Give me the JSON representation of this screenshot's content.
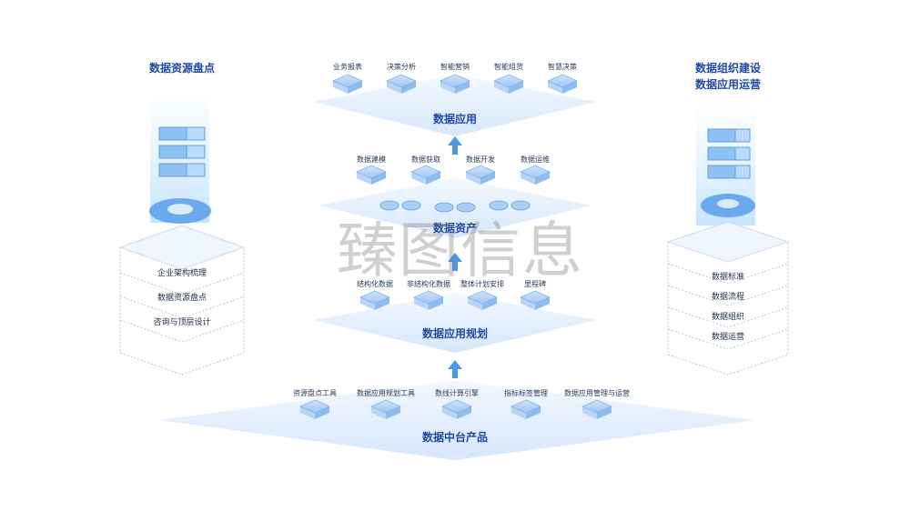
{
  "left_panel": {
    "title": "数据资源盘点",
    "items": [
      "企业架构梳理",
      "数据资源盘点",
      "咨询与顶层设计"
    ]
  },
  "right_panel": {
    "title_line1": "数据组织建设",
    "title_line2": "数据应用运营",
    "items": [
      "数据标准",
      "数据流程",
      "数据组织",
      "数据运营"
    ]
  },
  "layers": {
    "application": {
      "title": "数据应用",
      "items": [
        "业务报表",
        "决策分析",
        "智能营销",
        "智能组货",
        "智慧决策"
      ]
    },
    "assets": {
      "title": "数据资产",
      "items": [
        "数据建模",
        "数据获取",
        "数据开发",
        "数据运维"
      ]
    },
    "planning": {
      "title": "数据应用规划",
      "items": [
        "结构化数据",
        "非结构化数据",
        "整体计划安排",
        "里程碑"
      ]
    },
    "product": {
      "title": "数据中台产品",
      "items": [
        "资源盘点工具",
        "数据应用规划工具",
        "数线计算引擎",
        "指标标签管理",
        "数据应用管理与运营"
      ]
    }
  },
  "watermark": "臻图信息",
  "colors": {
    "accent": "#1e4aa6",
    "plate": "#e7f1fd",
    "arrow": "#4d96ea"
  }
}
